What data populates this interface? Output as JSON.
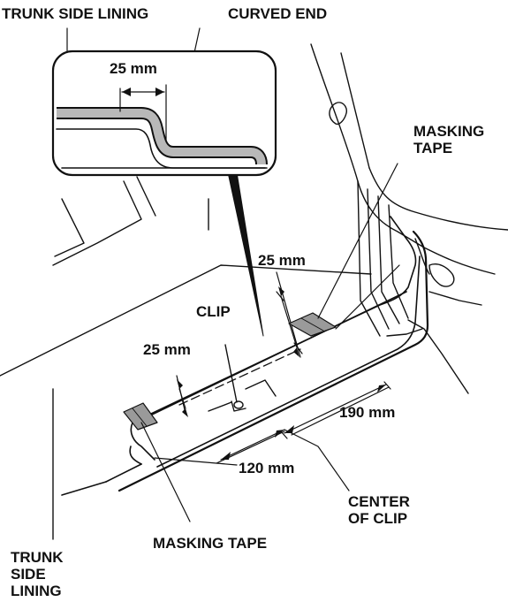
{
  "labels": {
    "trunk_side_lining_top": "TRUNK SIDE LINING",
    "curved_end": "CURVED END",
    "inset_dimension": "25 mm",
    "masking_tape_right": "MASKING\nTAPE",
    "dimension_25_upper": "25 mm",
    "clip": "CLIP",
    "dimension_25_left": "25 mm",
    "dimension_190": "190 mm",
    "dimension_120": "120 mm",
    "center_of_clip": "CENTER\nOF CLIP",
    "trunk_side_lining_bottom": "TRUNK\nSIDE\nLINING",
    "masking_tape_bottom": "MASKING TAPE"
  },
  "colors": {
    "line": "#111111",
    "tape": "#9a9a9a",
    "lining_band": "#b8b8b8",
    "background": "#ffffff"
  }
}
